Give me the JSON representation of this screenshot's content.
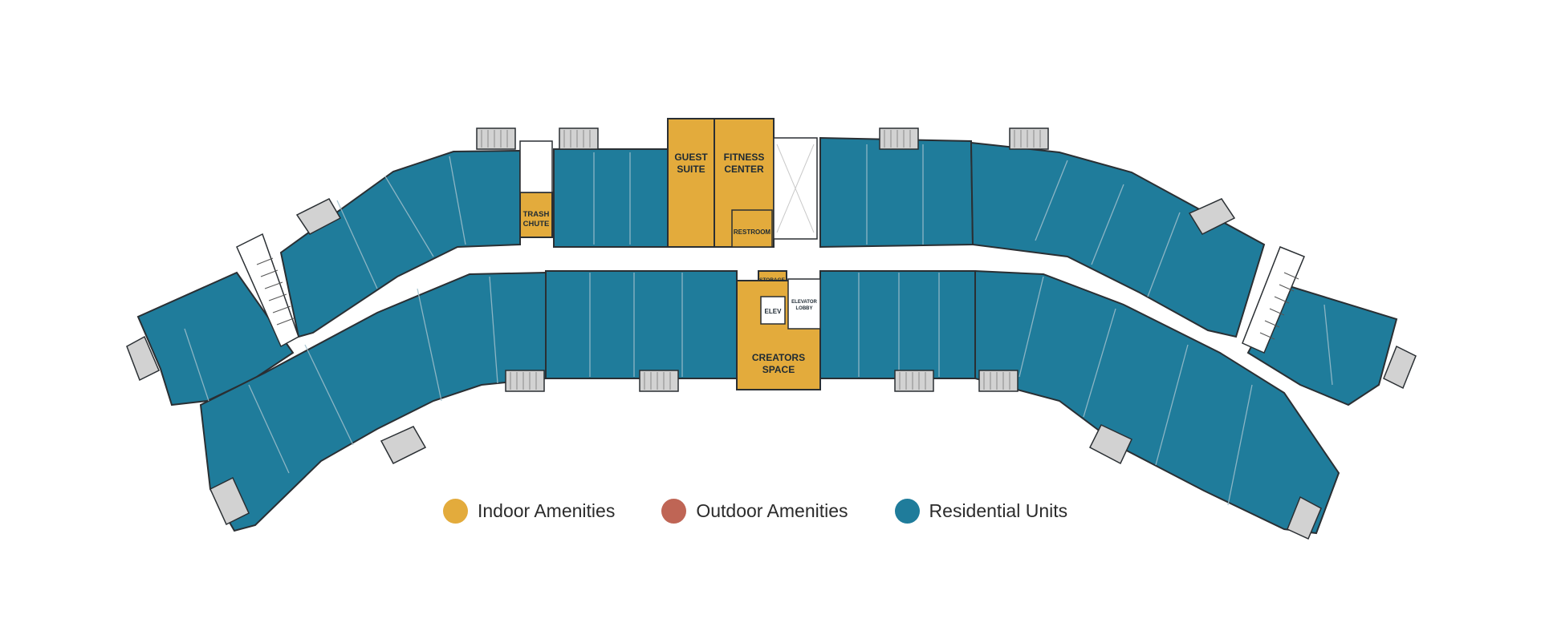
{
  "colors": {
    "indoor": "#e3ab3c",
    "outdoor": "#bf6555",
    "residential": "#1f7c9b",
    "wall": "#2a2f33",
    "balcony": "#cfcfcf"
  },
  "rooms": {
    "guest_suite": [
      "GUEST",
      "SUITE"
    ],
    "fitness_center": [
      "FITNESS",
      "CENTER"
    ],
    "trash_chute": [
      "TRASH",
      "CHUTE"
    ],
    "restroom": "RESTROOM",
    "storage": "STORAGE",
    "elevator": "ELEV",
    "elevator_lobby": [
      "ELEVATOR",
      "LOBBY"
    ],
    "creators_space": [
      "CREATORS",
      "SPACE"
    ]
  },
  "legend": [
    {
      "label": "Indoor Amenities",
      "color": "#e3ab3c"
    },
    {
      "label": "Outdoor Amenities",
      "color": "#bf6555"
    },
    {
      "label": "Residential Units",
      "color": "#1f7c9b"
    }
  ]
}
